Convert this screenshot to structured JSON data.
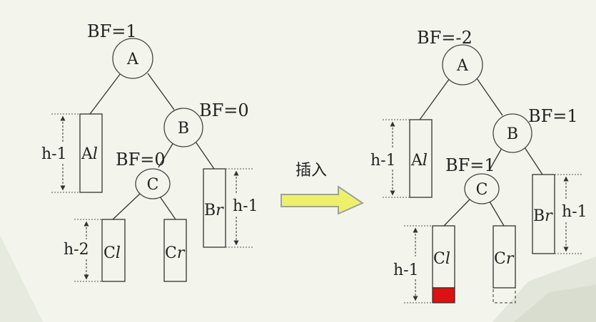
{
  "colors": {
    "background": "#f3f5ec",
    "line": "#333333",
    "arrow_fill": "#eef06a",
    "arrow_stroke": "#9aa0a6",
    "inserted_block": "#dd1111"
  },
  "left_tree": {
    "root_bf": "BF=1",
    "root_node": "A",
    "b_bf": "BF=0",
    "b_node": "B",
    "c_bf": "BF=0",
    "c_node": "C",
    "al_main": "A",
    "al_sub": "l",
    "br_main": "B",
    "br_sub": "r",
    "cl_main": "C",
    "cl_sub": "l",
    "cr_main": "C",
    "cr_sub": "r",
    "height_al": "h-1",
    "height_br": "h-1",
    "height_cl": "h-2"
  },
  "insert_label": "插入",
  "right_tree": {
    "root_bf": "BF=-2",
    "root_node": "A",
    "b_bf": "BF=1",
    "b_node": "B",
    "c_bf": "BF=1",
    "c_node": "C",
    "al_main": "A",
    "al_sub": "l",
    "br_main": "B",
    "br_sub": "r",
    "cl_main": "C",
    "cl_sub": "l",
    "cr_main": "C",
    "cr_sub": "r",
    "height_al": "h-1",
    "height_br": "h-1",
    "height_cl": "h-1"
  }
}
